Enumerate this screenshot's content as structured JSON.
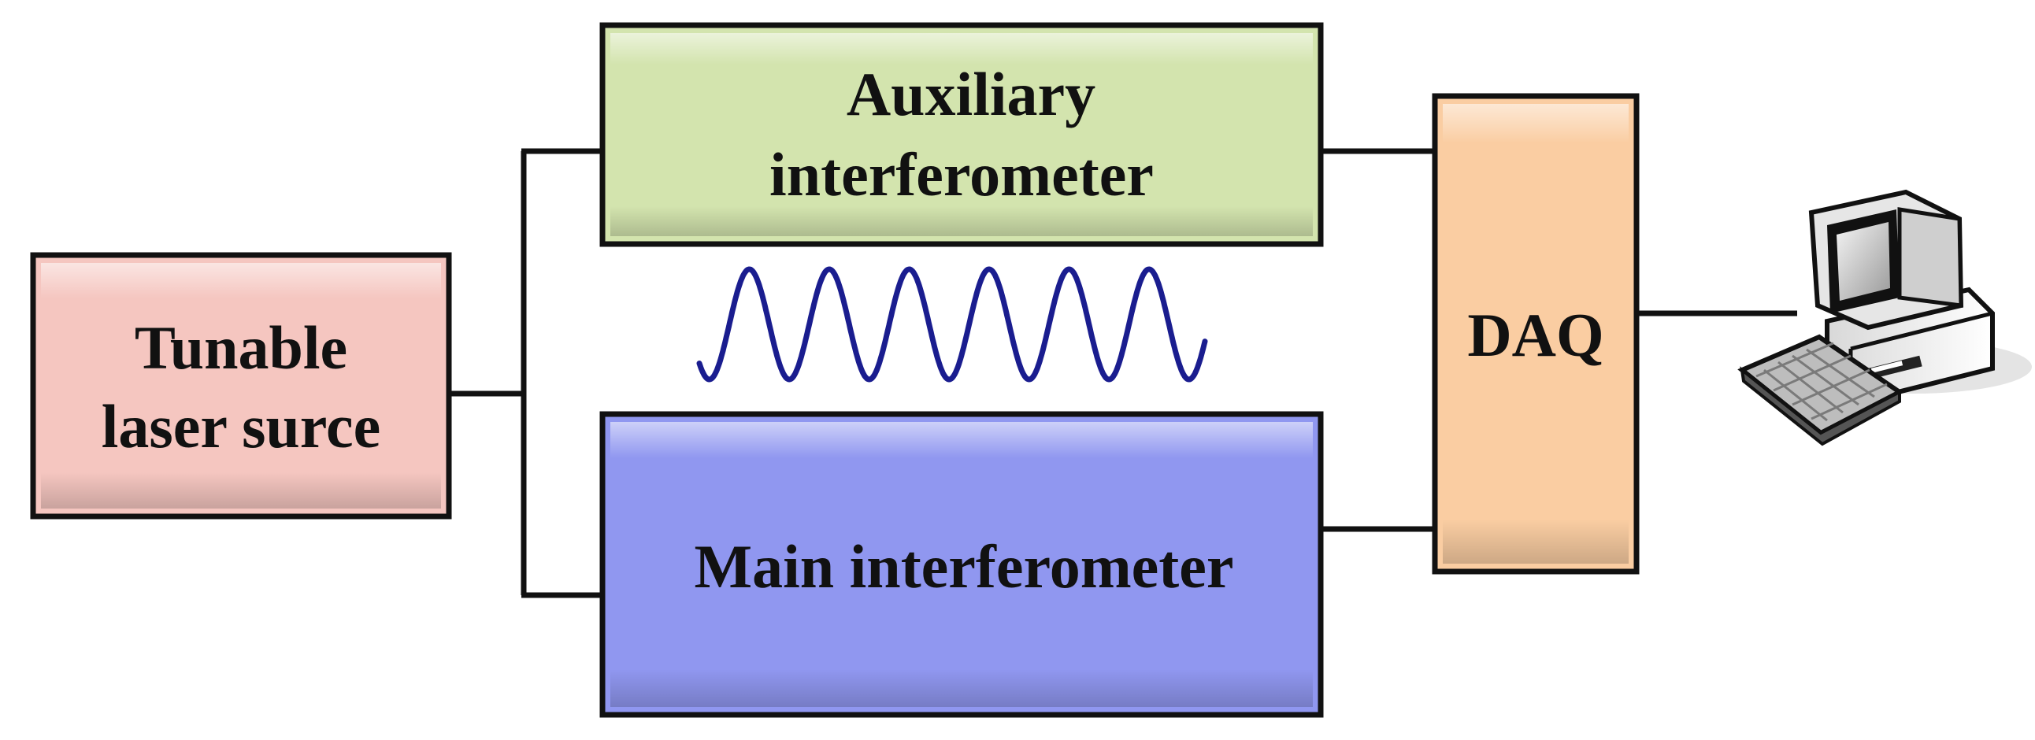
{
  "blocks": {
    "laser": {
      "line1": "Tunable",
      "line2": "laser surce",
      "fill": "#F5C6C0"
    },
    "auxiliary": {
      "line1": "Auxiliary",
      "line2": "interferometer",
      "fill": "#D3E4AE"
    },
    "main": {
      "line1": "Main interferometer",
      "fill": "#9097F0"
    },
    "daq": {
      "line1": "DAQ",
      "fill": "#FACDA2"
    }
  },
  "signal": {
    "color": "#1A1D8F",
    "cycles": 7
  },
  "icons": {
    "computer": "desktop-computer-icon"
  },
  "colors": {
    "border": "#111111",
    "connector": "#111111"
  }
}
